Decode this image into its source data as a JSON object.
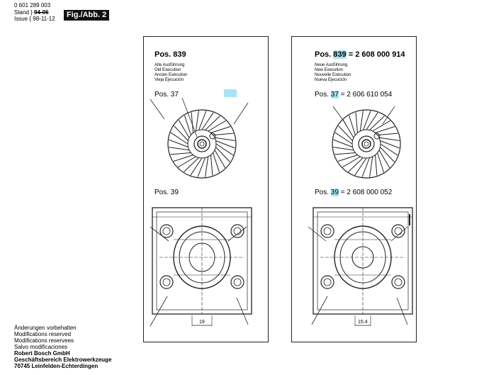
{
  "header": {
    "part_number": "0 601 289 003",
    "stand_label": "Stand",
    "stand_value": "94-06",
    "issue_label": "Issue",
    "issue_value": "98-11-12",
    "figure": "Fig./Abb. 2"
  },
  "left_panel": {
    "title": "Pos. 839",
    "subtitles": [
      "Alte Ausführung",
      "Old Execution",
      "Ancien Exécution",
      "Vieja Ejecución"
    ],
    "pos37_label": "Pos. 37",
    "pos39_label": "Pos. 39",
    "dimension": "19"
  },
  "right_panel": {
    "title_prefix": "Pos.",
    "title_pos": "839",
    "title_suffix": "= 2 608 000 914",
    "subtitles": [
      "Neue Ausführung",
      "New Execution",
      "Nouvelle Exécution",
      "Nueva Ejecución"
    ],
    "pos37_prefix": "Pos.",
    "pos37_num": "37",
    "pos37_suffix": "= 2 606 610 054",
    "pos39_prefix": "Pos.",
    "pos39_num": "39",
    "pos39_suffix": "= 2 608 000 052",
    "dimension": "15.4"
  },
  "footer": {
    "lines": [
      "Änderungen vorbehalten",
      "Modifications reserved",
      "Modifications reservees",
      "Salvo modificaciones"
    ],
    "company_lines": [
      "Robert Bosch GmbH",
      "Geschäftsbereich Elektrowerkzeuge",
      "70745 Leinfelden-Echterdingen"
    ]
  },
  "colors": {
    "highlight": "#a8e4f5",
    "line": "#222222"
  }
}
